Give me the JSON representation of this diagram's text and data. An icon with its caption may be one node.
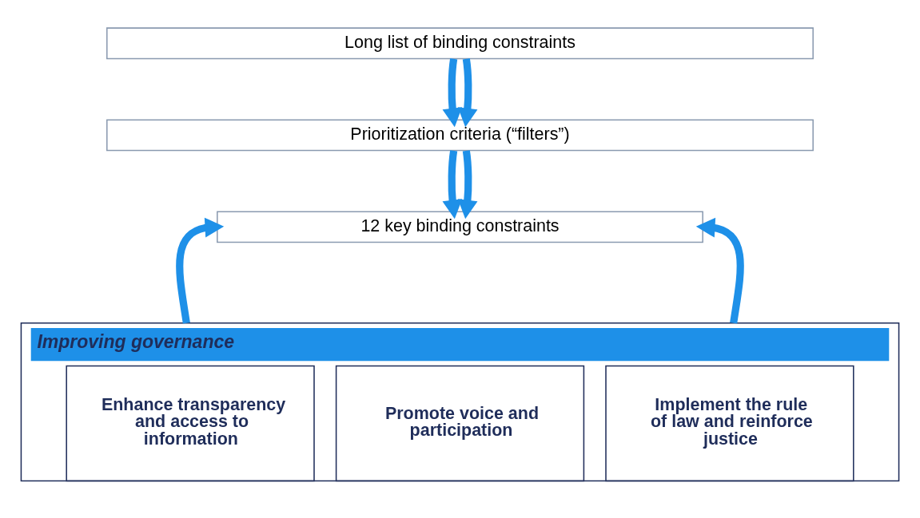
{
  "diagram": {
    "nodes": [
      {
        "text": [
          "Long list of binding constraints"
        ]
      },
      {
        "text": [
          "Prioritization criteria (“filters”)"
        ]
      },
      {
        "text": [
          "12 key binding constraints"
        ]
      },
      {
        "text": [
          "Improving governance"
        ]
      },
      {
        "text": [
          "Enhance transparency and access to information"
        ],
        "in": 3
      },
      {
        "text": [
          "Promote voice and participation"
        ],
        "in": 3
      },
      {
        "text": [
          "Implement the rule of law and reinforce justice"
        ],
        "in": 3
      }
    ],
    "edges": [
      {
        "from": 0,
        "to": 1,
        "arrow": "to"
      },
      {
        "from": 0,
        "to": 1,
        "arrow": "to"
      },
      {
        "from": 1,
        "to": 2,
        "arrow": "to"
      },
      {
        "from": 1,
        "to": 2,
        "arrow": "to"
      },
      {
        "from": 3,
        "to": 2,
        "arrow": "to"
      },
      {
        "from": 3,
        "to": 2,
        "arrow": "to"
      }
    ]
  }
}
